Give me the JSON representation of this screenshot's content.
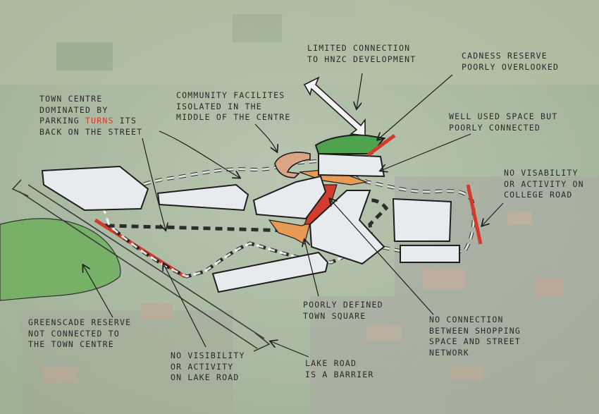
{
  "colors": {
    "background": "#a8b8a0",
    "building": "#e8ebee",
    "green_space": "#4fa34f",
    "red_edge": "#d33c2c",
    "orange_space": "#e89a55",
    "community_facility": "#d9a585",
    "ink": "#1e1e1e"
  },
  "annotations": {
    "town_centre_line1": "Town centre",
    "town_centre_line2": "dominated by",
    "town_centre_line3_pre": "parking",
    "town_centre_line3_highlight": "turns",
    "town_centre_line3_post": "its",
    "town_centre_line4": "back on the street",
    "community_line1": "Community facilites",
    "community_line2": "isolated in the",
    "community_line3": "middle of the centre",
    "hnzc_line1": "Limited connection",
    "hnzc_line2": "to HNZC development",
    "cadness_line1": "Cadness reserve",
    "cadness_line2": "poorly overlooked",
    "well_used_line1": "Well used space but",
    "well_used_line2": "poorly connected",
    "college_line1": "No visability",
    "college_line2": "or activity on",
    "college_line3": "College Road",
    "greenscade_line1": "Greenscade reserve",
    "greenscade_line2": "not connected to",
    "greenscade_line3": "the town centre",
    "lake_vis_line1": "No visibility",
    "lake_vis_line2": "or activity",
    "lake_vis_line3": "on Lake Road",
    "square_line1": "Poorly defined",
    "square_line2": "town square",
    "shopping_line1": "No connection",
    "shopping_line2": "between shopping",
    "shopping_line3": "space and street",
    "shopping_line4": "network",
    "lake_barrier_line1": "Lake Road",
    "lake_barrier_line2": "is a barrier"
  }
}
